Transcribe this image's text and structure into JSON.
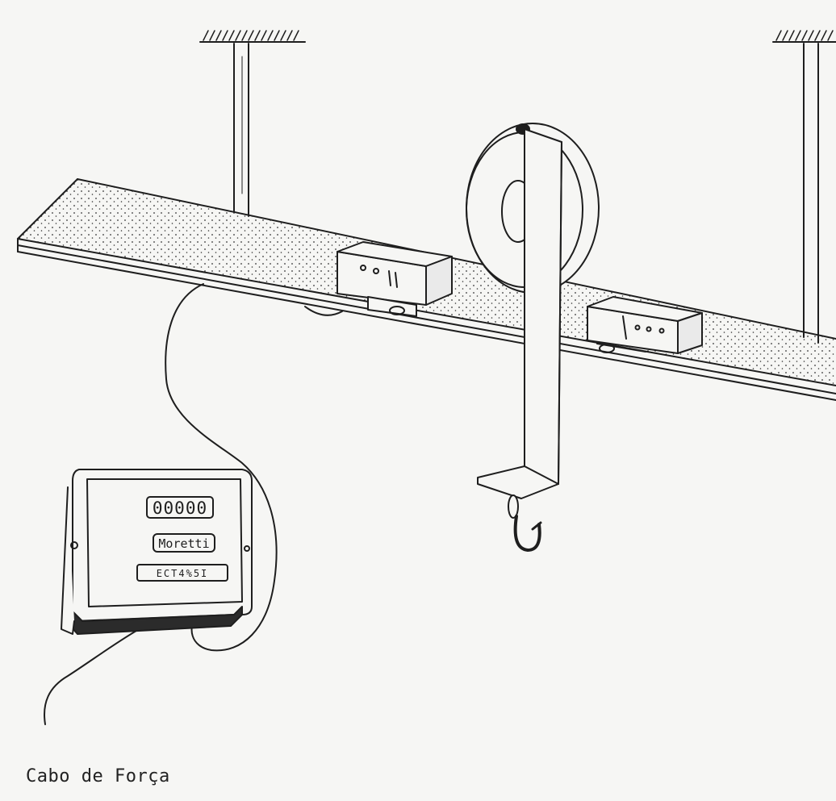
{
  "caption": "Cabo de Força",
  "indicator": {
    "display_value": "00000",
    "brand": "Moretti",
    "keypad": "ECT4%5I"
  },
  "colors": {
    "ink": "#1e1e1e",
    "paper": "#f6f6f4",
    "base": "#2b2b2b"
  }
}
